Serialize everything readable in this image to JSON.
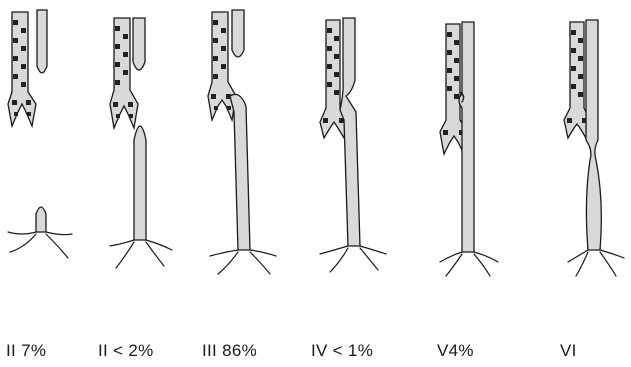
{
  "figure": {
    "panels": [
      {
        "label": "II 7%"
      },
      {
        "label": "II < 2%"
      },
      {
        "label": "III 86%"
      },
      {
        "label": "IV < 1%"
      },
      {
        "label": "V4%"
      },
      {
        "label": "VI"
      }
    ]
  }
}
